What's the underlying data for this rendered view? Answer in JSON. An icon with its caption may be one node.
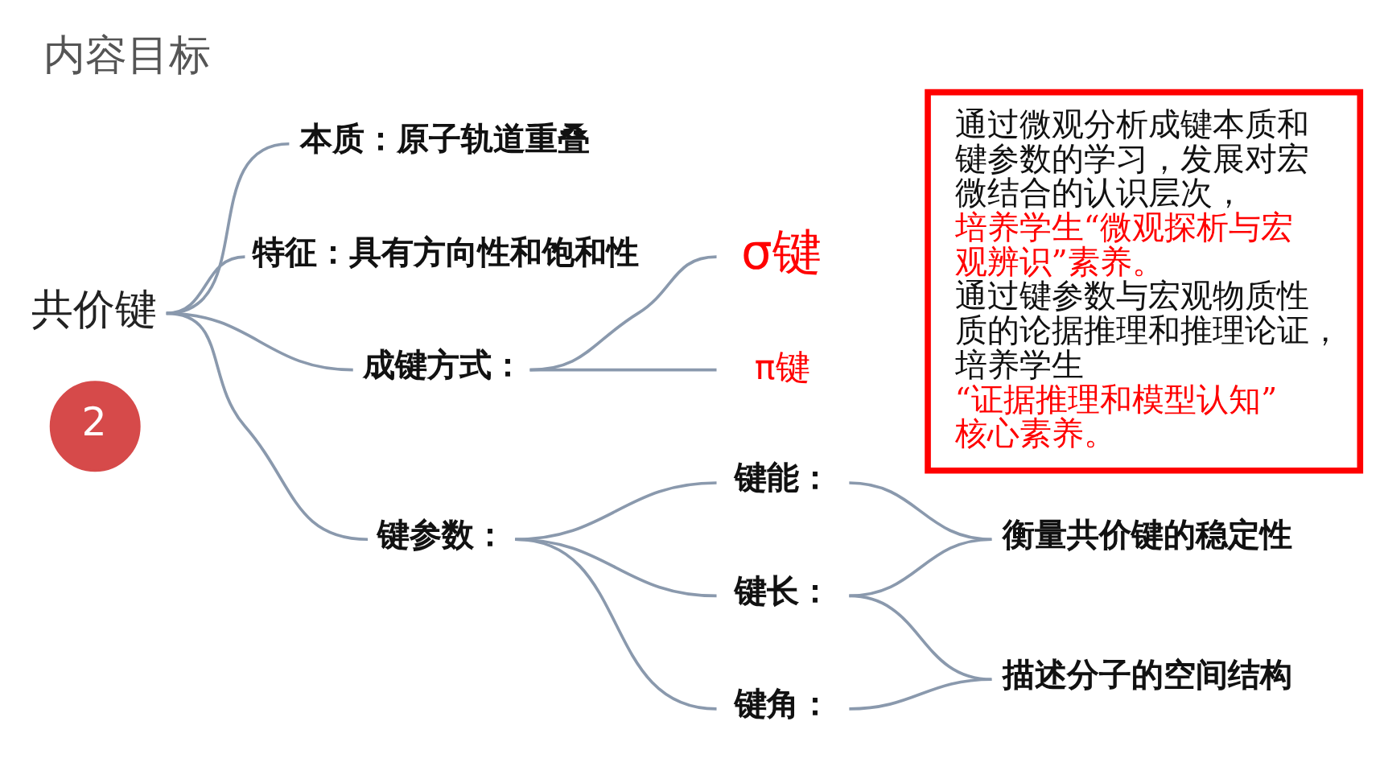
{
  "diagram": {
    "title": "内容目标",
    "nodes": [
      {
        "text": [
          "2"
        ]
      },
      {
        "text": [
          "共价键"
        ]
      },
      {
        "text": [
          "本质：原子轨道重叠"
        ]
      },
      {
        "text": [
          "特征：具有方向性和饱和性"
        ]
      },
      {
        "text": [
          "成键方式："
        ]
      },
      {
        "text": [
          "σ键"
        ]
      },
      {
        "text": [
          "π键"
        ]
      },
      {
        "text": [
          "键参数："
        ]
      },
      {
        "text": [
          "键能："
        ]
      },
      {
        "text": [
          "键长："
        ]
      },
      {
        "text": [
          "键角："
        ]
      },
      {
        "text": [
          "衡量共价键的稳定性"
        ]
      },
      {
        "text": [
          "描述分子的空间结构"
        ]
      },
      {
        "text": [
          "通过微观分析成键本质和键参数的学习，发展对宏微结合的认识层次，",
          "培养学生“微观探析与宏观辨识”素养。",
          "通过键参数与宏观物质性质的论据推理和推理论证，培养学生",
          "“证据推理和模型认知”核心素养。"
        ]
      }
    ],
    "edges": [
      {
        "from": 1,
        "to": 2,
        "arrow": "none"
      },
      {
        "from": 1,
        "to": 3,
        "arrow": "none"
      },
      {
        "from": 1,
        "to": 4,
        "arrow": "none"
      },
      {
        "from": 1,
        "to": 7,
        "arrow": "none"
      },
      {
        "from": 4,
        "to": 5,
        "arrow": "none"
      },
      {
        "from": 4,
        "to": 6,
        "arrow": "none"
      },
      {
        "from": 7,
        "to": 8,
        "arrow": "none"
      },
      {
        "from": 7,
        "to": 9,
        "arrow": "none"
      },
      {
        "from": 7,
        "to": 10,
        "arrow": "none"
      },
      {
        "from": 8,
        "to": 11,
        "arrow": "none"
      },
      {
        "from": 9,
        "to": 11,
        "arrow": "none"
      },
      {
        "from": 9,
        "to": 12,
        "arrow": "none"
      },
      {
        "from": 10,
        "to": 12,
        "arrow": "none"
      }
    ]
  }
}
